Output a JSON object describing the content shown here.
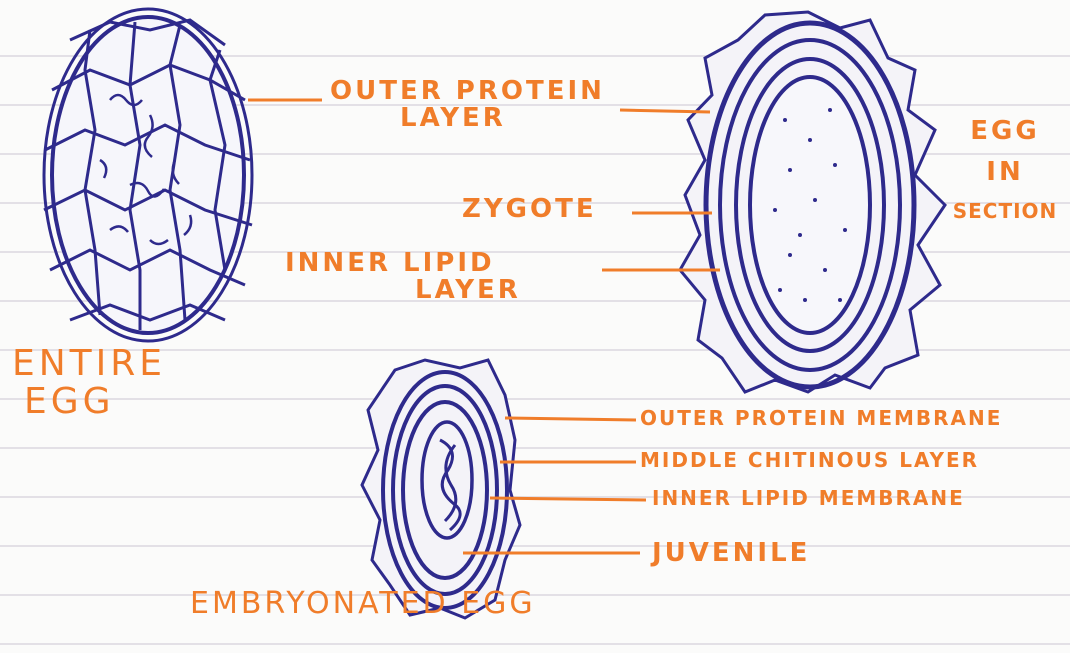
{
  "labels": {
    "entire_egg": [
      "ENTIRE",
      "EGG"
    ],
    "outer_protein_layer": [
      "OUTER PROTEIN",
      "LAYER"
    ],
    "zygote": "ZYGOTE",
    "inner_lipid_layer": [
      "INNER LIPID",
      "LAYER"
    ],
    "egg_in_section": [
      "EGG",
      "IN",
      "SECTION"
    ],
    "outer_protein_membrane": "OUTER PROTEIN MEMBRANE",
    "middle_chitinous_layer": "MIDDLE CHITINOUS LAYER",
    "inner_lipid_membrane": [
      "INNER LIPID MEMBRANE"
    ],
    "juvenile": "JUVENILE",
    "embryonated_egg": "EMBRYONATED EGG"
  },
  "colors": {
    "ink_blue": "#2e2a8c",
    "label_orange": "#f07d2a",
    "paper": "#fbfbfa"
  }
}
